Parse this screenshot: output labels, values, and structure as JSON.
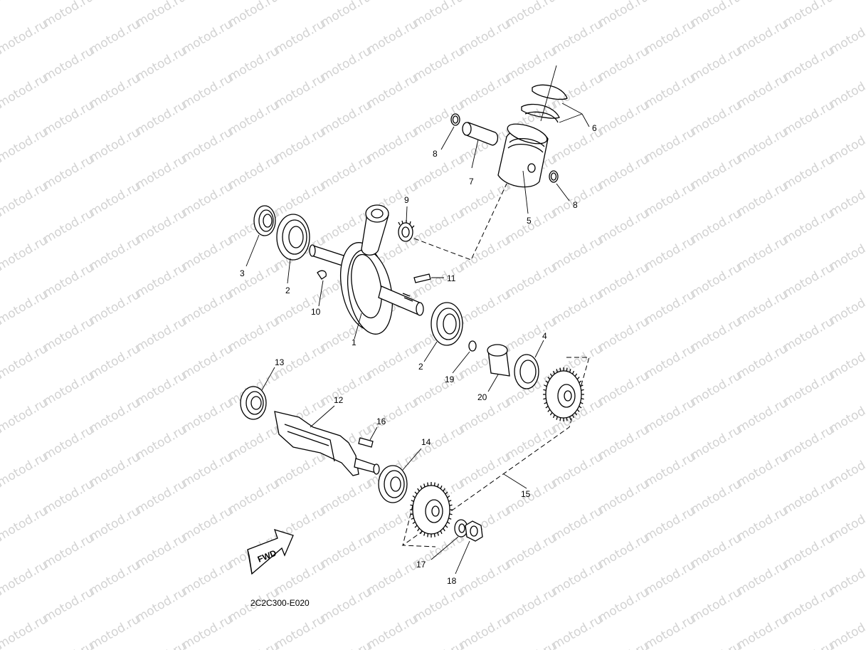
{
  "watermark": {
    "text": "motod.ru"
  },
  "callouts": [
    {
      "id": "c1",
      "label": "1"
    },
    {
      "id": "c2a",
      "label": "2"
    },
    {
      "id": "c2b",
      "label": "2"
    },
    {
      "id": "c3",
      "label": "3"
    },
    {
      "id": "c4",
      "label": "4"
    },
    {
      "id": "c5",
      "label": "5"
    },
    {
      "id": "c6",
      "label": "6"
    },
    {
      "id": "c7",
      "label": "7"
    },
    {
      "id": "c8a",
      "label": "8"
    },
    {
      "id": "c8b",
      "label": "8"
    },
    {
      "id": "c9",
      "label": "9"
    },
    {
      "id": "c10",
      "label": "10"
    },
    {
      "id": "c11",
      "label": "11"
    },
    {
      "id": "c12",
      "label": "12"
    },
    {
      "id": "c13",
      "label": "13"
    },
    {
      "id": "c14",
      "label": "14"
    },
    {
      "id": "c15",
      "label": "15"
    },
    {
      "id": "c16",
      "label": "16"
    },
    {
      "id": "c17",
      "label": "17"
    },
    {
      "id": "c18",
      "label": "18"
    },
    {
      "id": "c19",
      "label": "19"
    },
    {
      "id": "c20",
      "label": "20"
    }
  ],
  "fwd_label": "FWD",
  "drawing_code": "2C2C300-E020"
}
